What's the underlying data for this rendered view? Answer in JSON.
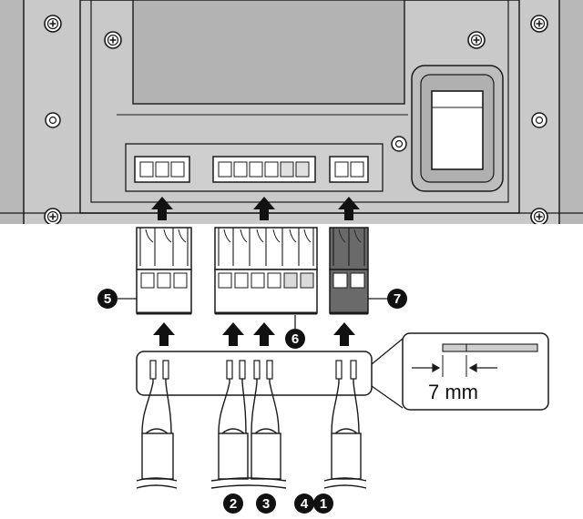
{
  "diagram": {
    "strip_length_label": "7 mm",
    "callouts": [
      {
        "id": "callout-5",
        "label": "5"
      },
      {
        "id": "callout-6",
        "label": "6"
      },
      {
        "id": "callout-7",
        "label": "7"
      },
      {
        "id": "callout-2",
        "label": "2"
      },
      {
        "id": "callout-3",
        "label": "3"
      },
      {
        "id": "callout-4",
        "label": "4"
      },
      {
        "id": "callout-1",
        "label": "1"
      }
    ]
  },
  "colors": {
    "panel": "#c9c9c9",
    "panel_dark": "#9a9a9a",
    "line": "#1a1a1a",
    "dark_plug": "#6a6a6a",
    "callout_fill": "#111111",
    "background": "#ffffff"
  },
  "icons": [
    "screw-icon",
    "arrow-up-icon",
    "callout-circle-icon"
  ]
}
